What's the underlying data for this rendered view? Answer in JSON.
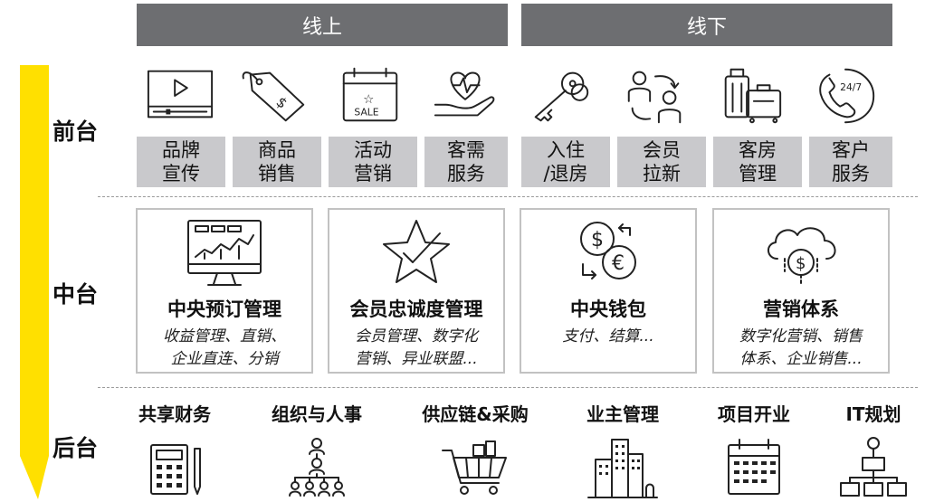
{
  "channels": {
    "online": "线上",
    "offline": "线下"
  },
  "tiers": {
    "front": "前台",
    "middle": "中台",
    "back": "后台"
  },
  "front_items": [
    {
      "label": "品牌\n宣传",
      "icon": "video-player-icon"
    },
    {
      "label": "商品\n销售",
      "icon": "price-tag-icon"
    },
    {
      "label": "活动\n营销",
      "icon": "sale-calendar-icon"
    },
    {
      "label": "客需\n服务",
      "icon": "heart-hand-icon"
    },
    {
      "label": "入住\n/退房",
      "icon": "keys-icon"
    },
    {
      "label": "会员\n拉新",
      "icon": "member-exchange-icon"
    },
    {
      "label": "客房\n管理",
      "icon": "luggage-icon"
    },
    {
      "label": "客户\n服务",
      "icon": "phone-24-7-icon"
    }
  ],
  "front_icon_text": {
    "sale": "SALE",
    "service_hours": "24/7"
  },
  "middle_items": [
    {
      "title": "中央预订管理",
      "sub": "收益管理、直销、\n企业直连、分销",
      "icon": "monitor-chart-icon"
    },
    {
      "title": "会员忠诚度管理",
      "sub": "会员管理、数字化\n营销、异业联盟...",
      "icon": "star-check-icon"
    },
    {
      "title": "中央钱包",
      "sub": "支付、结算...",
      "icon": "currency-exchange-icon"
    },
    {
      "title": "营销体系",
      "sub": "数字化营销、销售\n体系、企业销售...",
      "icon": "cloud-dollar-icon"
    }
  ],
  "back_items": [
    {
      "label": "共享财务",
      "icon": "calculator-icon"
    },
    {
      "label": "组织与人事",
      "icon": "org-chart-icon"
    },
    {
      "label": "供应链&采购",
      "icon": "shopping-cart-icon"
    },
    {
      "label": "业主管理",
      "icon": "buildings-icon"
    },
    {
      "label": "项目开业",
      "icon": "calendar-icon"
    },
    {
      "label": "IT规划",
      "icon": "network-hierarchy-icon"
    }
  ],
  "colors": {
    "header_bar": "#6d6e71",
    "label_bg": "#c9c9cc",
    "arrow": "#ffe000",
    "card_border": "#c2c2c2"
  }
}
